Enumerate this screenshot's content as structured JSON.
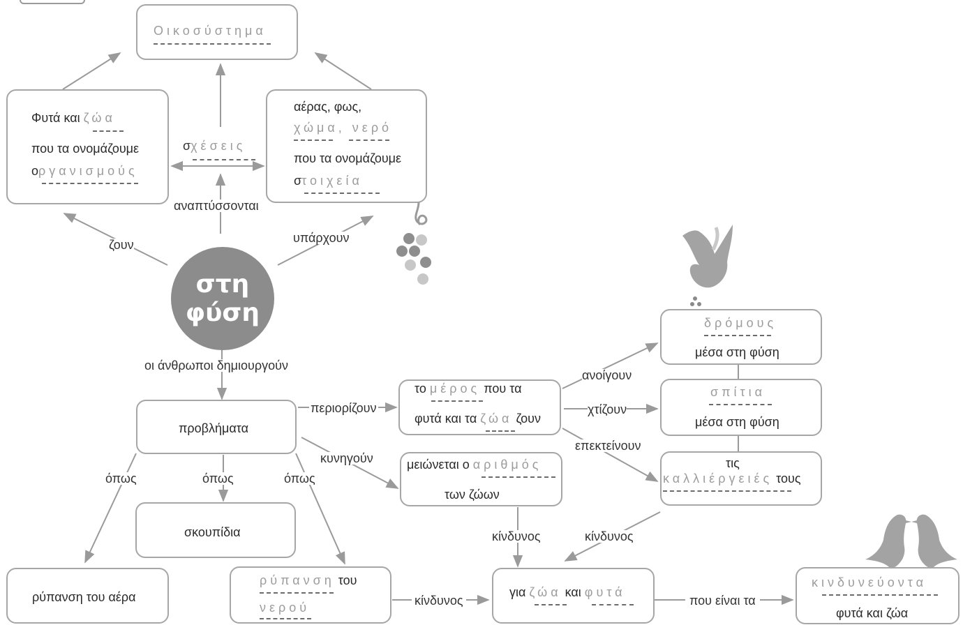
{
  "center": {
    "line1": "στη",
    "line2": "φύση"
  },
  "ecosystem": {
    "answer": "Οικοσύστημα"
  },
  "organisms": {
    "line1_prefix": "Φυτά και ",
    "line1_answer": "ζώα",
    "line2": "που τα ονομάζουμε",
    "line3_prefix": "ο",
    "line3_answer": "ργανισμούς"
  },
  "relations": {
    "prefix": "σ",
    "answer": "χέσεις"
  },
  "elements": {
    "line1": "αέρας, φως,",
    "line2_answer": "χώμα, νερό",
    "line3": "που τα ονομάζουμε",
    "line4_prefix": "σ",
    "line4_answer": "τοιχεία"
  },
  "labels": {
    "live": "ζουν",
    "develop": "αναπτύσσονται",
    "exist": "υπάρχουν",
    "humans_create": "οι άνθρωποι δημιουργούν",
    "limit": "περιορίζουν",
    "hunt": "κυνηγούν",
    "open": "ανοίγουν",
    "build": "χτίζουν",
    "extend": "επεκτείνουν",
    "like1": "όπως",
    "like2": "όπως",
    "like3": "όπως",
    "danger1": "κίνδυνος",
    "danger2": "κίνδυνος",
    "danger3": "κίνδυνος",
    "which_are": "που είναι τα"
  },
  "problems": {
    "text": "προβλήματα"
  },
  "garbage": {
    "text": "σκουπίδια"
  },
  "air_pollution": {
    "text": "ρύπανση του αέρα"
  },
  "water_pollution": {
    "line1_answer": "ρύπανση",
    "line1_suffix": " του",
    "line2_answer": "νερού"
  },
  "part": {
    "prefix": "το ",
    "answer": "μέρος",
    "suffix": " που τα",
    "line2_prefix": "φυτά και τα ",
    "line2_answer": "ζώα",
    "line2_suffix": " ζουν"
  },
  "decrease": {
    "prefix": "μειώνεται ο ",
    "answer": "αριθμός",
    "line2": "των ζώων"
  },
  "roads": {
    "answer": "δρόμους",
    "line2": "μέσα στη φύση"
  },
  "houses": {
    "answer": "σπίτια",
    "line2": "μέσα στη φύση"
  },
  "crops": {
    "line1": "τις",
    "answer": "καλλιέργειές",
    "suffix": " τους"
  },
  "for_animals": {
    "prefix": "για ",
    "answer1": "ζώα",
    "mid": " και ",
    "answer2": "φυτά"
  },
  "endangered": {
    "answer": "κινδυνεύοντα",
    "line2": "φυτά και ζώα"
  },
  "icons": [
    "grapes-icon",
    "bird-flying-icon",
    "two-birds-icon"
  ],
  "colors": {
    "stroke": "#a6a6a6",
    "arrow": "#9a9a9a",
    "center_fill": "#8c8c8c",
    "answer_text": "#9c9c9c",
    "grey_icon": "#a3a3a3"
  }
}
